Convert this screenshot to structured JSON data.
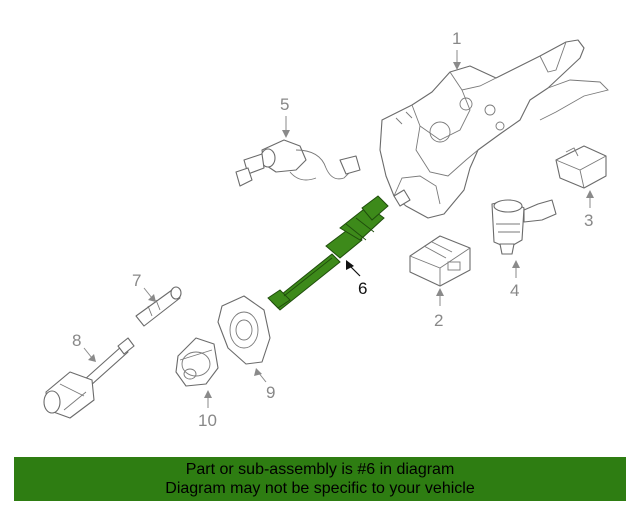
{
  "callouts": {
    "c1": "1",
    "c2": "2",
    "c3": "3",
    "c4": "4",
    "c5": "5",
    "c6": "6",
    "c7": "7",
    "c8": "8",
    "c9": "9",
    "c10": "10"
  },
  "highlighted_part": "6",
  "colors": {
    "highlight": "#3d8a1a",
    "banner": "#2e7d12",
    "line": "#6b6b6b"
  },
  "banner": {
    "line1": "Part or sub-assembly is #6 in diagram",
    "line2": "Diagram may not be specific to your vehicle"
  }
}
